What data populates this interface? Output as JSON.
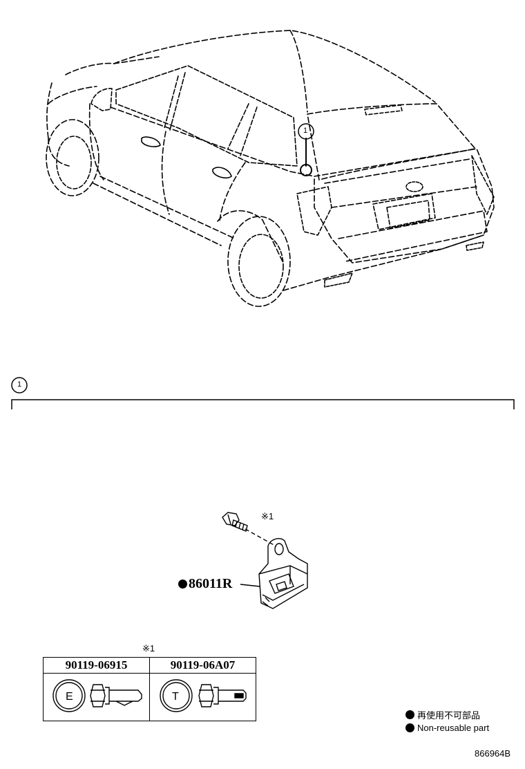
{
  "callout_1": "1",
  "section_callout": "1",
  "part": {
    "number": "86011R",
    "bolt_note": "※1"
  },
  "bolt_table": {
    "note": "※1",
    "columns": [
      {
        "part_no": "90119-06915",
        "head_mark": "E"
      },
      {
        "part_no": "90119-06A07",
        "head_mark": "T"
      }
    ]
  },
  "legend": {
    "items": [
      {
        "text": "再使用不可部品"
      },
      {
        "text": "Non-reusable part"
      }
    ]
  },
  "diagram_id": "866964B"
}
